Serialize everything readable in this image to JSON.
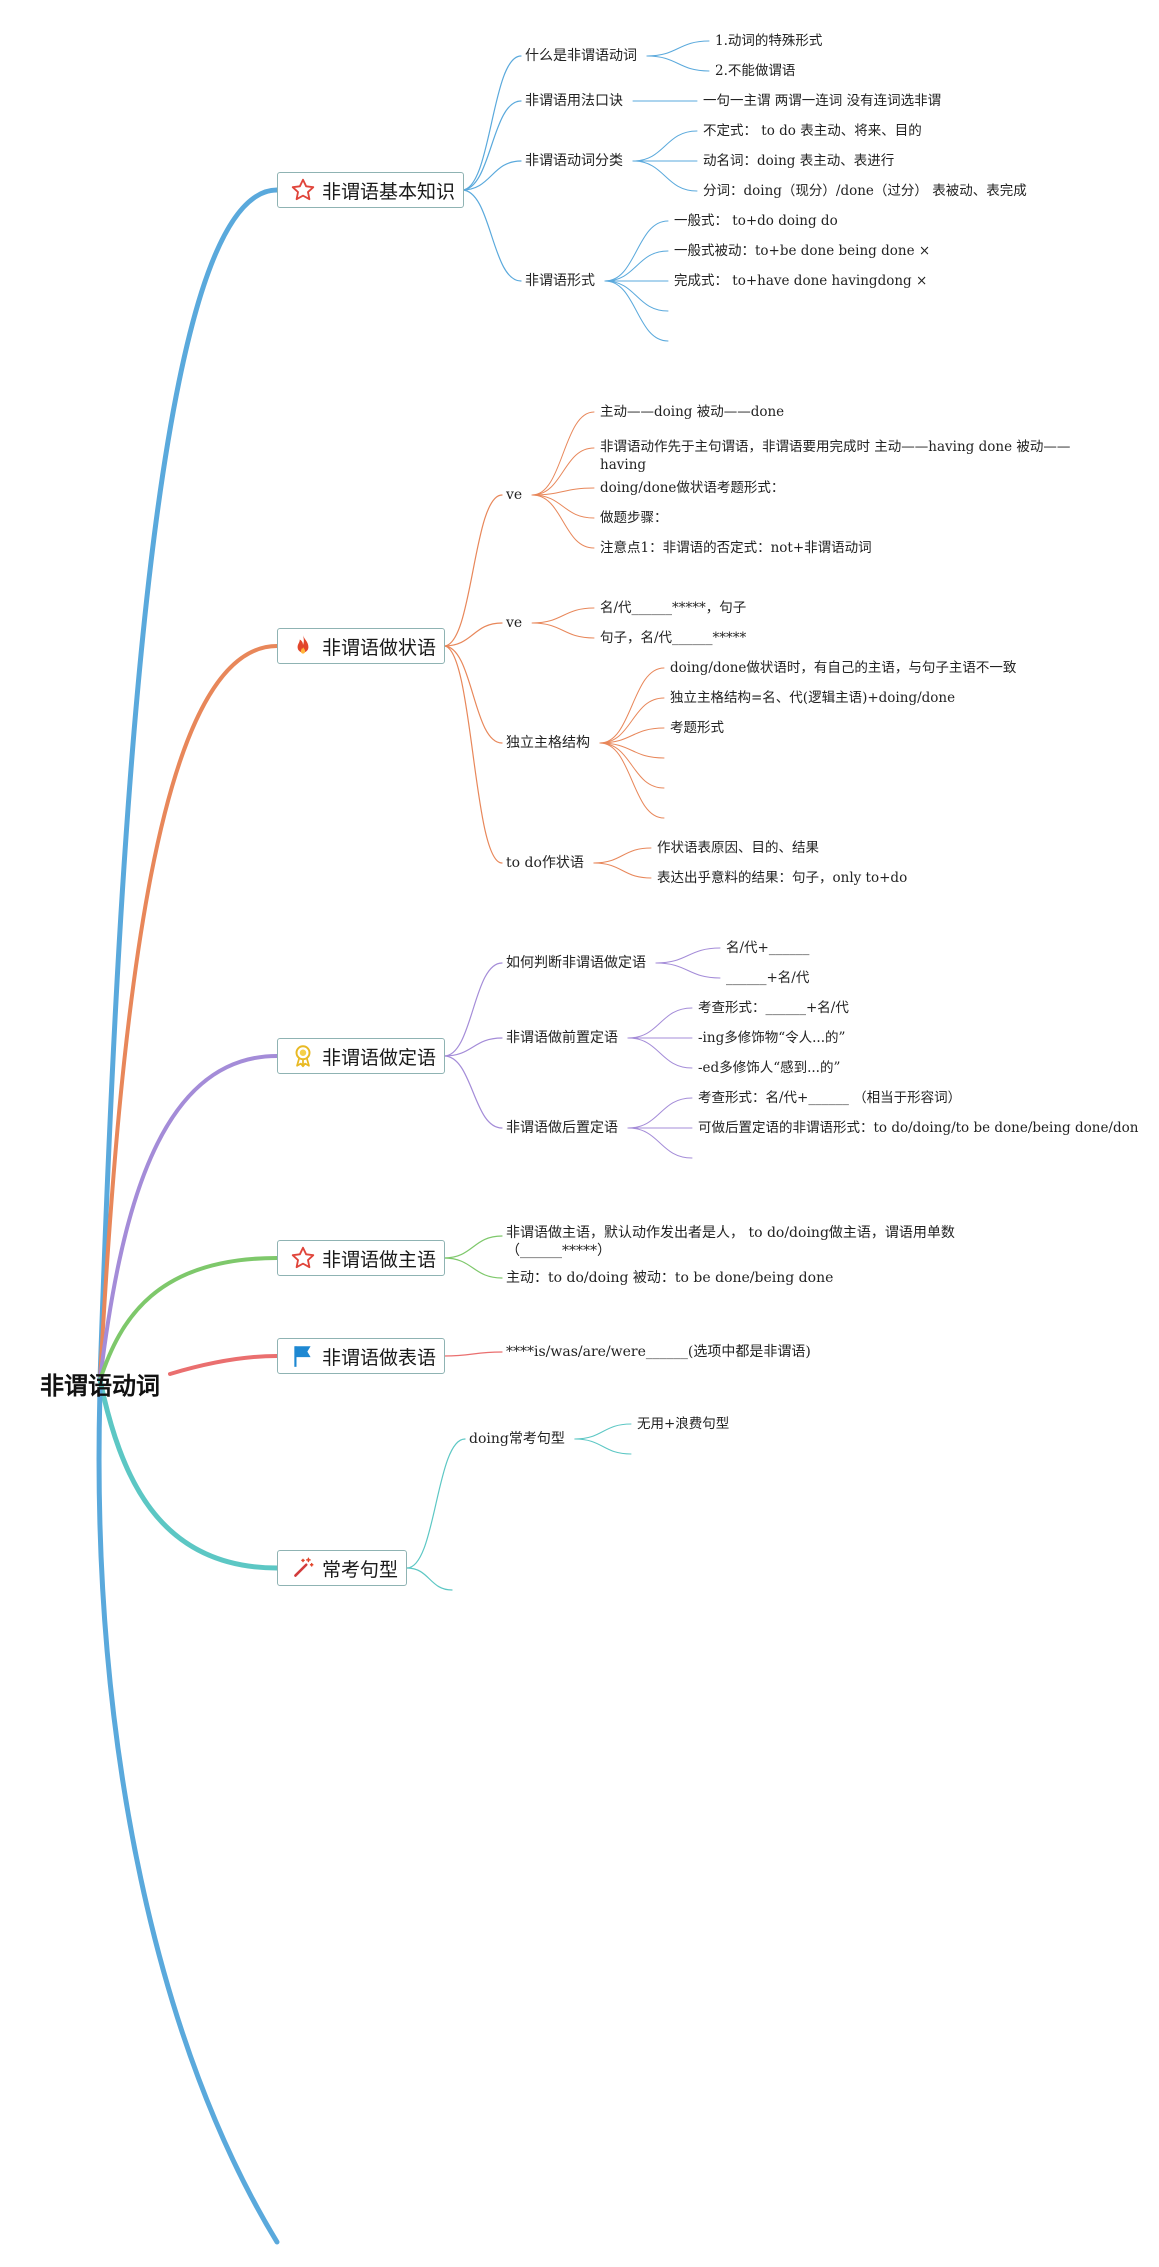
{
  "root": {
    "title": "非谓语动词"
  },
  "colors": {
    "b0": "#5aa9dc",
    "b1": "#e8875a",
    "b2": "#a48cd8",
    "b3": "#7ec86b",
    "b4": "#ea6f6f",
    "b5": "#5cc7c4"
  },
  "branches": [
    {
      "label": "非谓语基本知识",
      "icon": "star-outline-icon",
      "subs": [
        {
          "label": "什么是非谓语动词",
          "leaves": [
            "1.动词的特殊形式",
            "2.不能做谓语"
          ]
        },
        {
          "label": "非谓语用法口诀",
          "leaves": [
            "一句一主谓 两谓一连词 没有连词选非谓"
          ]
        },
        {
          "label": "非谓语动词分类",
          "leaves": [
            "不定式：  to do 表主动、将来、目的",
            "动名词：doing 表主动、表进行",
            "分词：doing（现分）/done（过分） 表被动、表完成"
          ]
        },
        {
          "label": "非谓语形式",
          "leaves": [
            "一般式：  to+do doing do",
            "一般式被动：to+be done being done ×",
            "完成式：  to+have done havingdong ×",
            "",
            ""
          ]
        }
      ]
    },
    {
      "label": "非谓语做状语",
      "icon": "fire-icon",
      "subs": [
        {
          "label": "ve",
          "leaves": [
            "主动——doing 被动——done",
            "非谓语动作先于主句谓语，非谓语要用完成时 主动——having done 被动——having",
            "doing/done做状语考题形式：",
            "做题步骤：",
            "注意点1：非谓语的否定式：not+非谓语动词"
          ]
        },
        {
          "label": "ve",
          "leaves": [
            "名/代______*****，句子",
            "句子，名/代______*****"
          ]
        },
        {
          "label": "独立主格结构",
          "leaves": [
            "doing/done做状语时，有自己的主语，与句子主语不一致",
            "独立主格结构=名、代(逻辑主语)+doing/done",
            "考题形式",
            "",
            "",
            ""
          ]
        },
        {
          "label": "to do作状语",
          "leaves": [
            "作状语表原因、目的、结果",
            "表达出乎意料的结果：句子，only to+do"
          ]
        }
      ]
    },
    {
      "label": "非谓语做定语",
      "icon": "medal-icon",
      "subs": [
        {
          "label": "如何判断非谓语做定语",
          "leaves": [
            "名/代+______",
            "______+名/代"
          ]
        },
        {
          "label": "非谓语做前置定语",
          "leaves": [
            "考查形式：______+名/代",
            "-ing多修饰物“令人...的”",
            "-ed多修饰人“感到...的”"
          ]
        },
        {
          "label": "非谓语做后置定语",
          "leaves": [
            "考查形式：名/代+______  （相当于形容词）",
            "可做后置定语的非谓语形式：to do/doing/to be done/being done/don",
            ""
          ]
        }
      ]
    },
    {
      "label": "非谓语做主语",
      "icon": "star-outline-icon",
      "subs": [
        {
          "label": "非谓语做主语，默认动作发出者是人，  to do/doing做主语，谓语用单数（______*****）",
          "leaves": []
        },
        {
          "label": "主动：to do/doing 被动：to be done/being done",
          "leaves": []
        }
      ]
    },
    {
      "label": "非谓语做表语",
      "icon": "flag-icon",
      "subs": [
        {
          "label": "****is/was/are/were______(选项中都是非谓语)",
          "leaves": []
        }
      ]
    },
    {
      "label": "常考句型",
      "icon": "magic-wand-icon",
      "subs": [
        {
          "label": "doing常考句型",
          "leaves": [
            "无用+浪费句型",
            ""
          ]
        },
        {
          "label": "",
          "leaves": []
        }
      ]
    }
  ]
}
